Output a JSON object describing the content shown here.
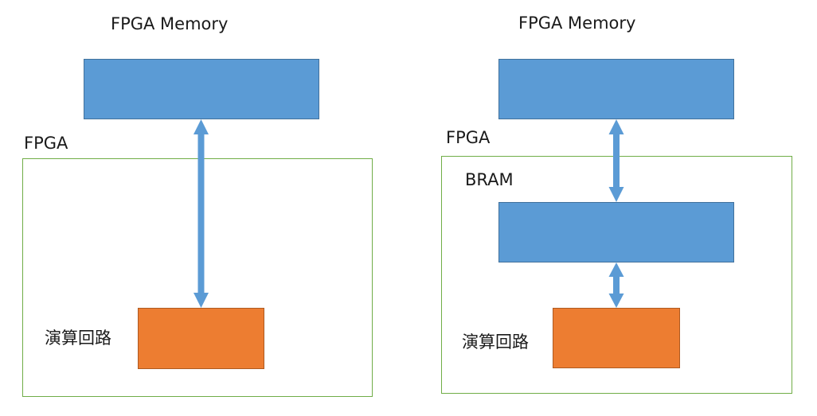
{
  "left_diagram": {
    "memory_label": "FPGA Memory",
    "fpga_label": "FPGA",
    "circuit_label": "演算回路"
  },
  "right_diagram": {
    "memory_label": "FPGA Memory",
    "fpga_label": "FPGA",
    "bram_label": "BRAM",
    "circuit_label": "演算回路"
  },
  "colors": {
    "memory_fill": "#5b9bd5",
    "circuit_fill": "#ed7d31",
    "frame_stroke": "#70ad47",
    "arrow": "#5b9bd5"
  }
}
